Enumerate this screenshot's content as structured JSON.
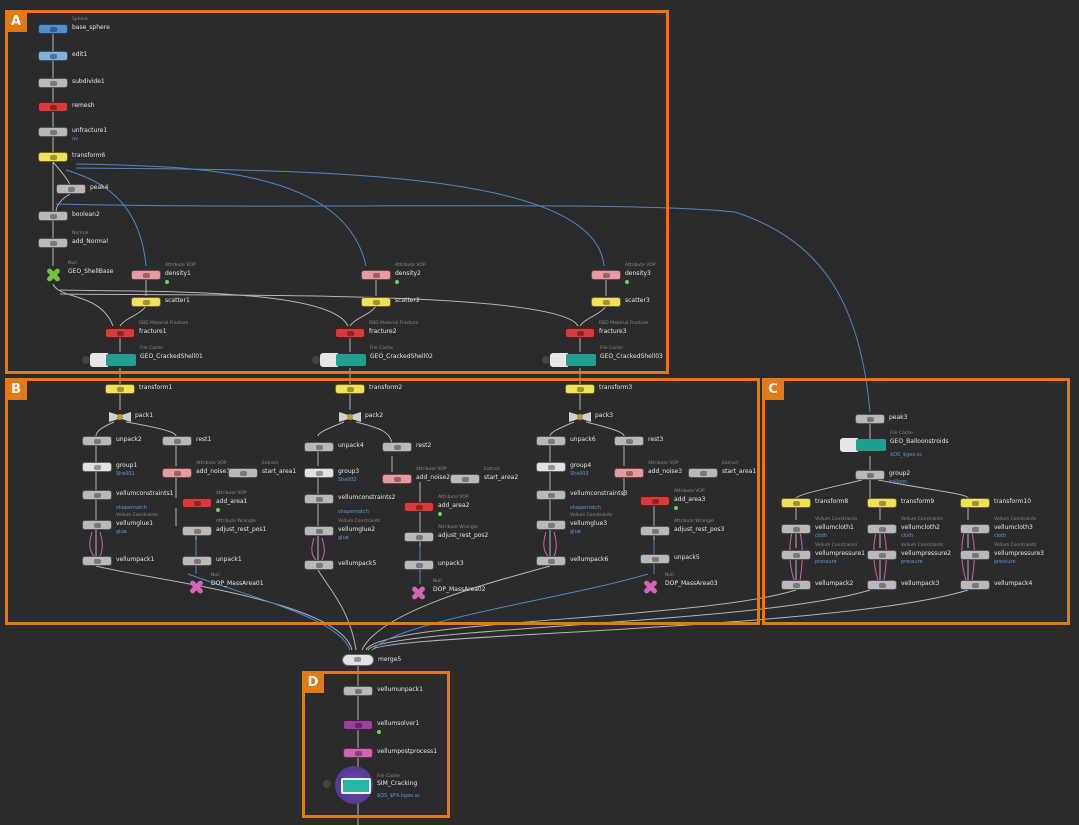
{
  "colors": {
    "accent": "#e37a14",
    "background": "#2b2b2b",
    "wire": "#b5b5b5",
    "link": "#4f86c6"
  },
  "boxes": {
    "a": "A",
    "b": "B",
    "c": "C",
    "d": "D"
  },
  "nodes": {
    "base_sphere": {
      "type": "Sphere",
      "name": "base_sphere"
    },
    "edit1": {
      "name": "edit1"
    },
    "subdivide1": {
      "name": "subdivide1"
    },
    "remesh": {
      "name": "remesh"
    },
    "unfracture1": {
      "name": "unfracture1",
      "sub": "uv"
    },
    "transform6": {
      "name": "transform6"
    },
    "peak4": {
      "name": "peak4"
    },
    "boolean2": {
      "name": "boolean2"
    },
    "add_normal": {
      "type": "Normal",
      "name": "add_Normal"
    },
    "geo_shellbase": {
      "type": "Null",
      "name": "GEO_ShellBase"
    },
    "density1": {
      "type": "Attribute VOP",
      "name": "density1"
    },
    "density2": {
      "type": "Attribute VOP",
      "name": "density2"
    },
    "density3": {
      "type": "Attribute VOP",
      "name": "density3"
    },
    "scatter1": {
      "name": "scatter1"
    },
    "scatter2": {
      "name": "scatter2"
    },
    "scatter3": {
      "name": "scatter3"
    },
    "fracture1": {
      "type": "RBD Material Fracture",
      "name": "fracture1"
    },
    "fracture2": {
      "type": "RBD Material Fracture",
      "name": "fracture2"
    },
    "fracture3": {
      "type": "RBD Material Fracture",
      "name": "fracture3"
    },
    "cracked1": {
      "type": "File Cache",
      "name": "GEO_CrackedShell01"
    },
    "cracked2": {
      "type": "File Cache",
      "name": "GEO_CrackedShell02"
    },
    "cracked3": {
      "type": "File Cache",
      "name": "GEO_CrackedShell03"
    },
    "transform1": {
      "name": "transform1"
    },
    "transform2": {
      "name": "transform2"
    },
    "transform3": {
      "name": "transform3"
    },
    "pack1": {
      "name": "pack1"
    },
    "pack2": {
      "name": "pack2"
    },
    "pack3": {
      "name": "pack3"
    },
    "unpack2": {
      "name": "unpack2"
    },
    "unpack4": {
      "name": "unpack4"
    },
    "unpack6": {
      "name": "unpack6"
    },
    "rest1": {
      "name": "rest1"
    },
    "rest2": {
      "name": "rest2"
    },
    "rest3": {
      "name": "rest3"
    },
    "group1": {
      "name": "group1",
      "sub": "Shell01"
    },
    "group3": {
      "name": "group3",
      "sub": "Shell02"
    },
    "group4": {
      "name": "group4",
      "sub": "Shell03"
    },
    "add_noise1": {
      "type": "Attribute VOP",
      "name": "add_noise1"
    },
    "add_noise2": {
      "type": "Attribute VOP",
      "name": "add_noise2"
    },
    "add_noise3": {
      "type": "Attribute VOP",
      "name": "add_noise3"
    },
    "start_area1": {
      "type": "Extract",
      "name": "start_area1"
    },
    "start_area2": {
      "type": "Extract",
      "name": "start_area2"
    },
    "start_area3": {
      "type": "Extract",
      "name": "start_area1"
    },
    "vc1": {
      "name": "vellumconstraints1",
      "sub": "shapematch"
    },
    "vc2": {
      "name": "vellumconstraints2",
      "sub": "shapematch"
    },
    "vc3": {
      "name": "vellumconstraints3",
      "sub": "shapematch"
    },
    "glue1": {
      "type": "Vellum Constraints",
      "name": "vellumglue1",
      "sub": "glue"
    },
    "glue2": {
      "type": "Vellum Constraints",
      "name": "vellumglue2",
      "sub": "glue"
    },
    "glue3": {
      "type": "Vellum Constraints",
      "name": "vellumglue3",
      "sub": "glue"
    },
    "add_area1": {
      "type": "Attribute VOP",
      "name": "add_area1"
    },
    "add_area2": {
      "type": "Attribute VOP",
      "name": "add_area2"
    },
    "add_area3": {
      "type": "Attribute VOP",
      "name": "add_area3"
    },
    "arp1": {
      "type": "Attribute Wrangle",
      "name": "adjust_rest_pos1"
    },
    "arp2": {
      "type": "Attribute Wrangle",
      "name": "adjust_rest_pos2"
    },
    "arp3": {
      "type": "Attribute Wrangle",
      "name": "adjust_rest_pos3"
    },
    "vp1": {
      "name": "vellumpack1"
    },
    "vp5": {
      "name": "vellumpack5"
    },
    "vp6": {
      "name": "vellumpack6"
    },
    "unpack1": {
      "name": "unpack1"
    },
    "unpack3": {
      "name": "unpack3"
    },
    "unpack5": {
      "name": "unpack5"
    },
    "dop1": {
      "type": "Null",
      "name": "DOP_MassArea01"
    },
    "dop2": {
      "type": "Null",
      "name": "DOP_MassArea02"
    },
    "dop3": {
      "type": "Null",
      "name": "DOP_MassArea03"
    },
    "peak3": {
      "name": "peak3"
    },
    "balloons": {
      "type": "File Cache",
      "name": "GEO_Balloonstroids",
      "sub": "$OS_$geo.sc"
    },
    "group2": {
      "name": "group2",
      "sub": "balloon"
    },
    "transform8": {
      "name": "transform8"
    },
    "transform9": {
      "name": "transform9"
    },
    "transform10": {
      "name": "transform10"
    },
    "cloth1": {
      "type": "Vellum Constraints",
      "name": "vellumcloth1",
      "sub": "cloth"
    },
    "cloth2": {
      "type": "Vellum Constraints",
      "name": "vellumcloth2",
      "sub": "cloth"
    },
    "cloth3": {
      "type": "Vellum Constraints",
      "name": "vellumcloth3",
      "sub": "cloth"
    },
    "press1": {
      "type": "Vellum Constraints",
      "name": "vellumpressure1",
      "sub": "pressure"
    },
    "press2": {
      "type": "Vellum Constraints",
      "name": "vellumpressure2",
      "sub": "pressure"
    },
    "press3": {
      "type": "Vellum Constraints",
      "name": "vellumpressure3",
      "sub": "pressure"
    },
    "vp2": {
      "name": "vellumpack2"
    },
    "vp3": {
      "name": "vellumpack3"
    },
    "vp4": {
      "name": "vellumpack4"
    },
    "merge5": {
      "name": "merge5"
    },
    "vellumunpack1": {
      "name": "vellumunpack1"
    },
    "vellumsolver1": {
      "name": "vellumsolver1"
    },
    "vellumpostprocess1": {
      "name": "vellumpostprocess1"
    },
    "sim_cracking": {
      "type": "File Cache",
      "name": "SIM_Cracking",
      "sub": "$OS_$F4.bgeo.sc"
    }
  }
}
